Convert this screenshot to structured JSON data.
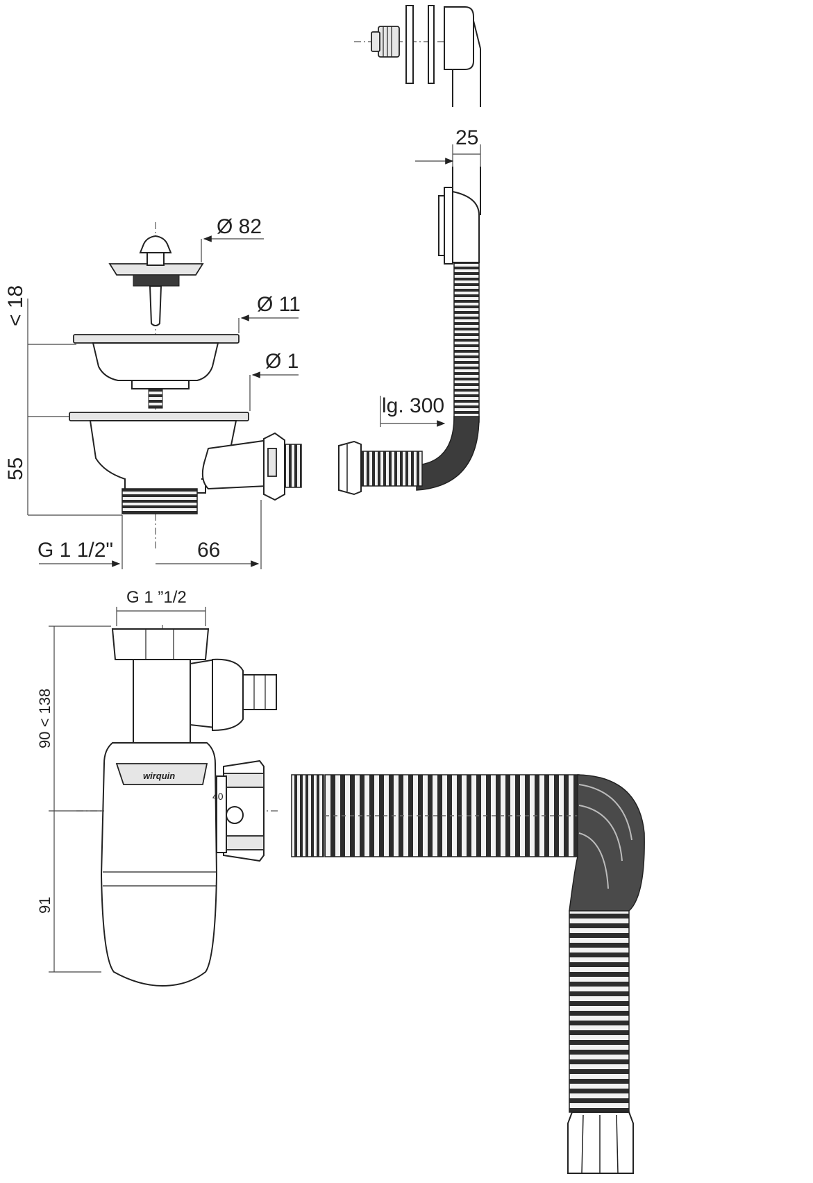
{
  "dimensions": {
    "strainer_diameter": "Ø 82",
    "pin_diameter": "Ø 11",
    "flange_diameter": "Ø 1",
    "max_height": "< 18",
    "body_height": "55",
    "thread": "G 1 1/2\"",
    "outlet_offset": "66",
    "overflow_width": "25",
    "hose_length": "lg. 300",
    "trap_thread": "G 1 ”1/2",
    "trap_height_range": "90 < 138",
    "trap_lower_height": "91",
    "outlet_size": "40"
  },
  "brand": "wirquin"
}
